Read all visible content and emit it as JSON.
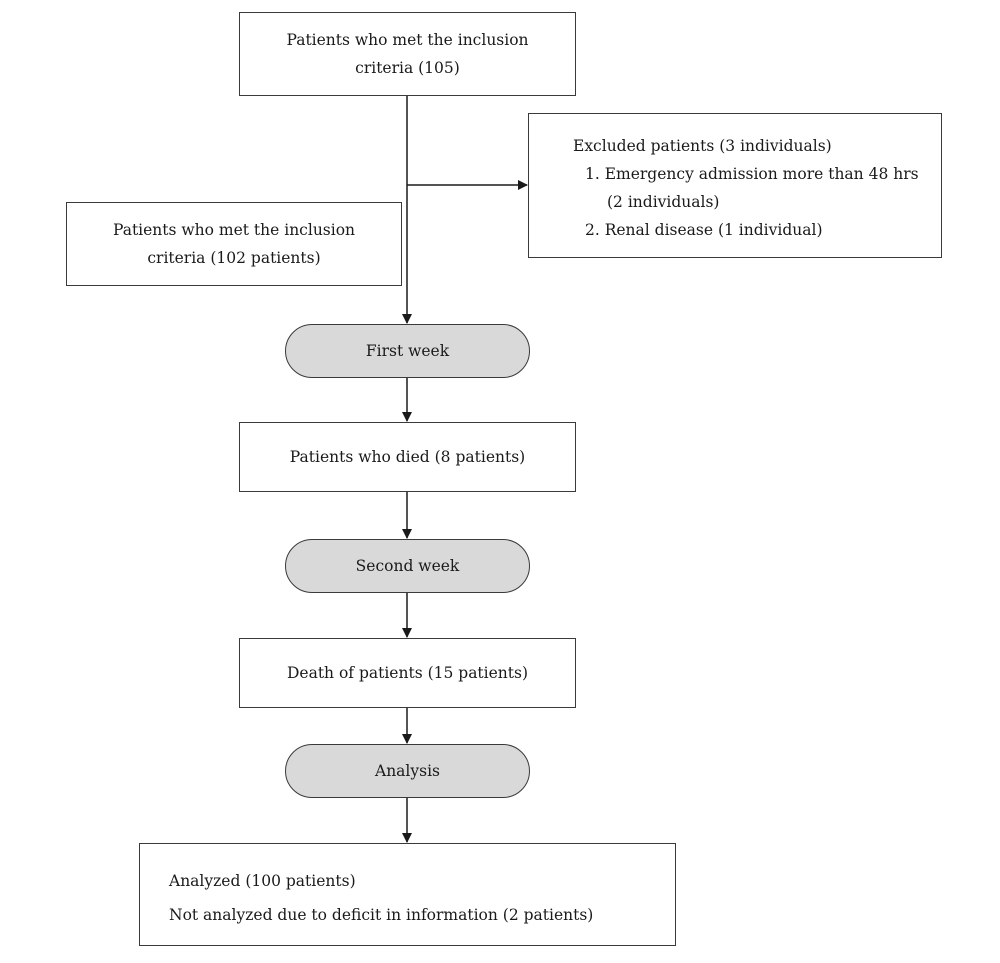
{
  "flowchart": {
    "inclusion_box": {
      "line1": "Patients who met the inclusion",
      "line2": "criteria (105)"
    },
    "excluded_box": {
      "title": "Excluded patients (3 individuals)",
      "item1_line1": "1. Emergency admission more than 48 hrs",
      "item1_line2": "(2 individuals)",
      "item2": "2. Renal disease (1 individual)"
    },
    "included_box": {
      "line1": "Patients who met the inclusion",
      "line2": "criteria (102 patients)"
    },
    "first_week": "First week",
    "first_week_deaths": "Patients who died (8 patients)",
    "second_week": "Second week",
    "second_week_deaths": "Death of patients (15 patients)",
    "analysis": "Analysis",
    "analyzed_box": {
      "analyzed": "Analyzed (100 patients)",
      "not_analyzed": "Not analyzed due to deficit in information (2 patients)"
    }
  },
  "colors": {
    "stroke": "#3a3a3a",
    "pill_fill": "#d9d9d9",
    "box_fill": "#ffffff"
  }
}
